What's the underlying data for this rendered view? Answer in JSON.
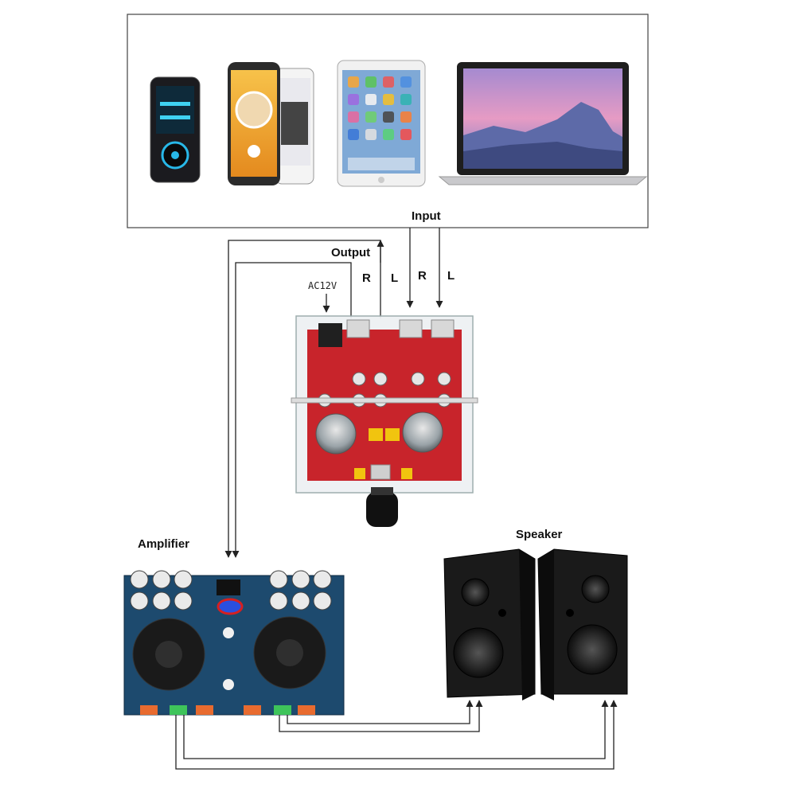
{
  "labels": {
    "input": "Input",
    "output": "Output",
    "output_r": "R",
    "output_l": "L",
    "input_r": "R",
    "input_l": "L",
    "power": "AC12V",
    "amplifier": "Amplifier",
    "speaker": "Speaker"
  },
  "devices": [
    {
      "name": "music-player",
      "icon": "mp3-player-icon"
    },
    {
      "name": "smartphones",
      "icon": "smartphone-icon"
    },
    {
      "name": "tablet",
      "icon": "tablet-icon"
    },
    {
      "name": "laptop",
      "icon": "laptop-icon"
    }
  ],
  "colors": {
    "wire": "#222222",
    "preamp_board": "#c8242b",
    "amp_board": "#1d4a6e",
    "speaker_body": "#1a1a1a",
    "highlight_ring": "#d62020"
  }
}
